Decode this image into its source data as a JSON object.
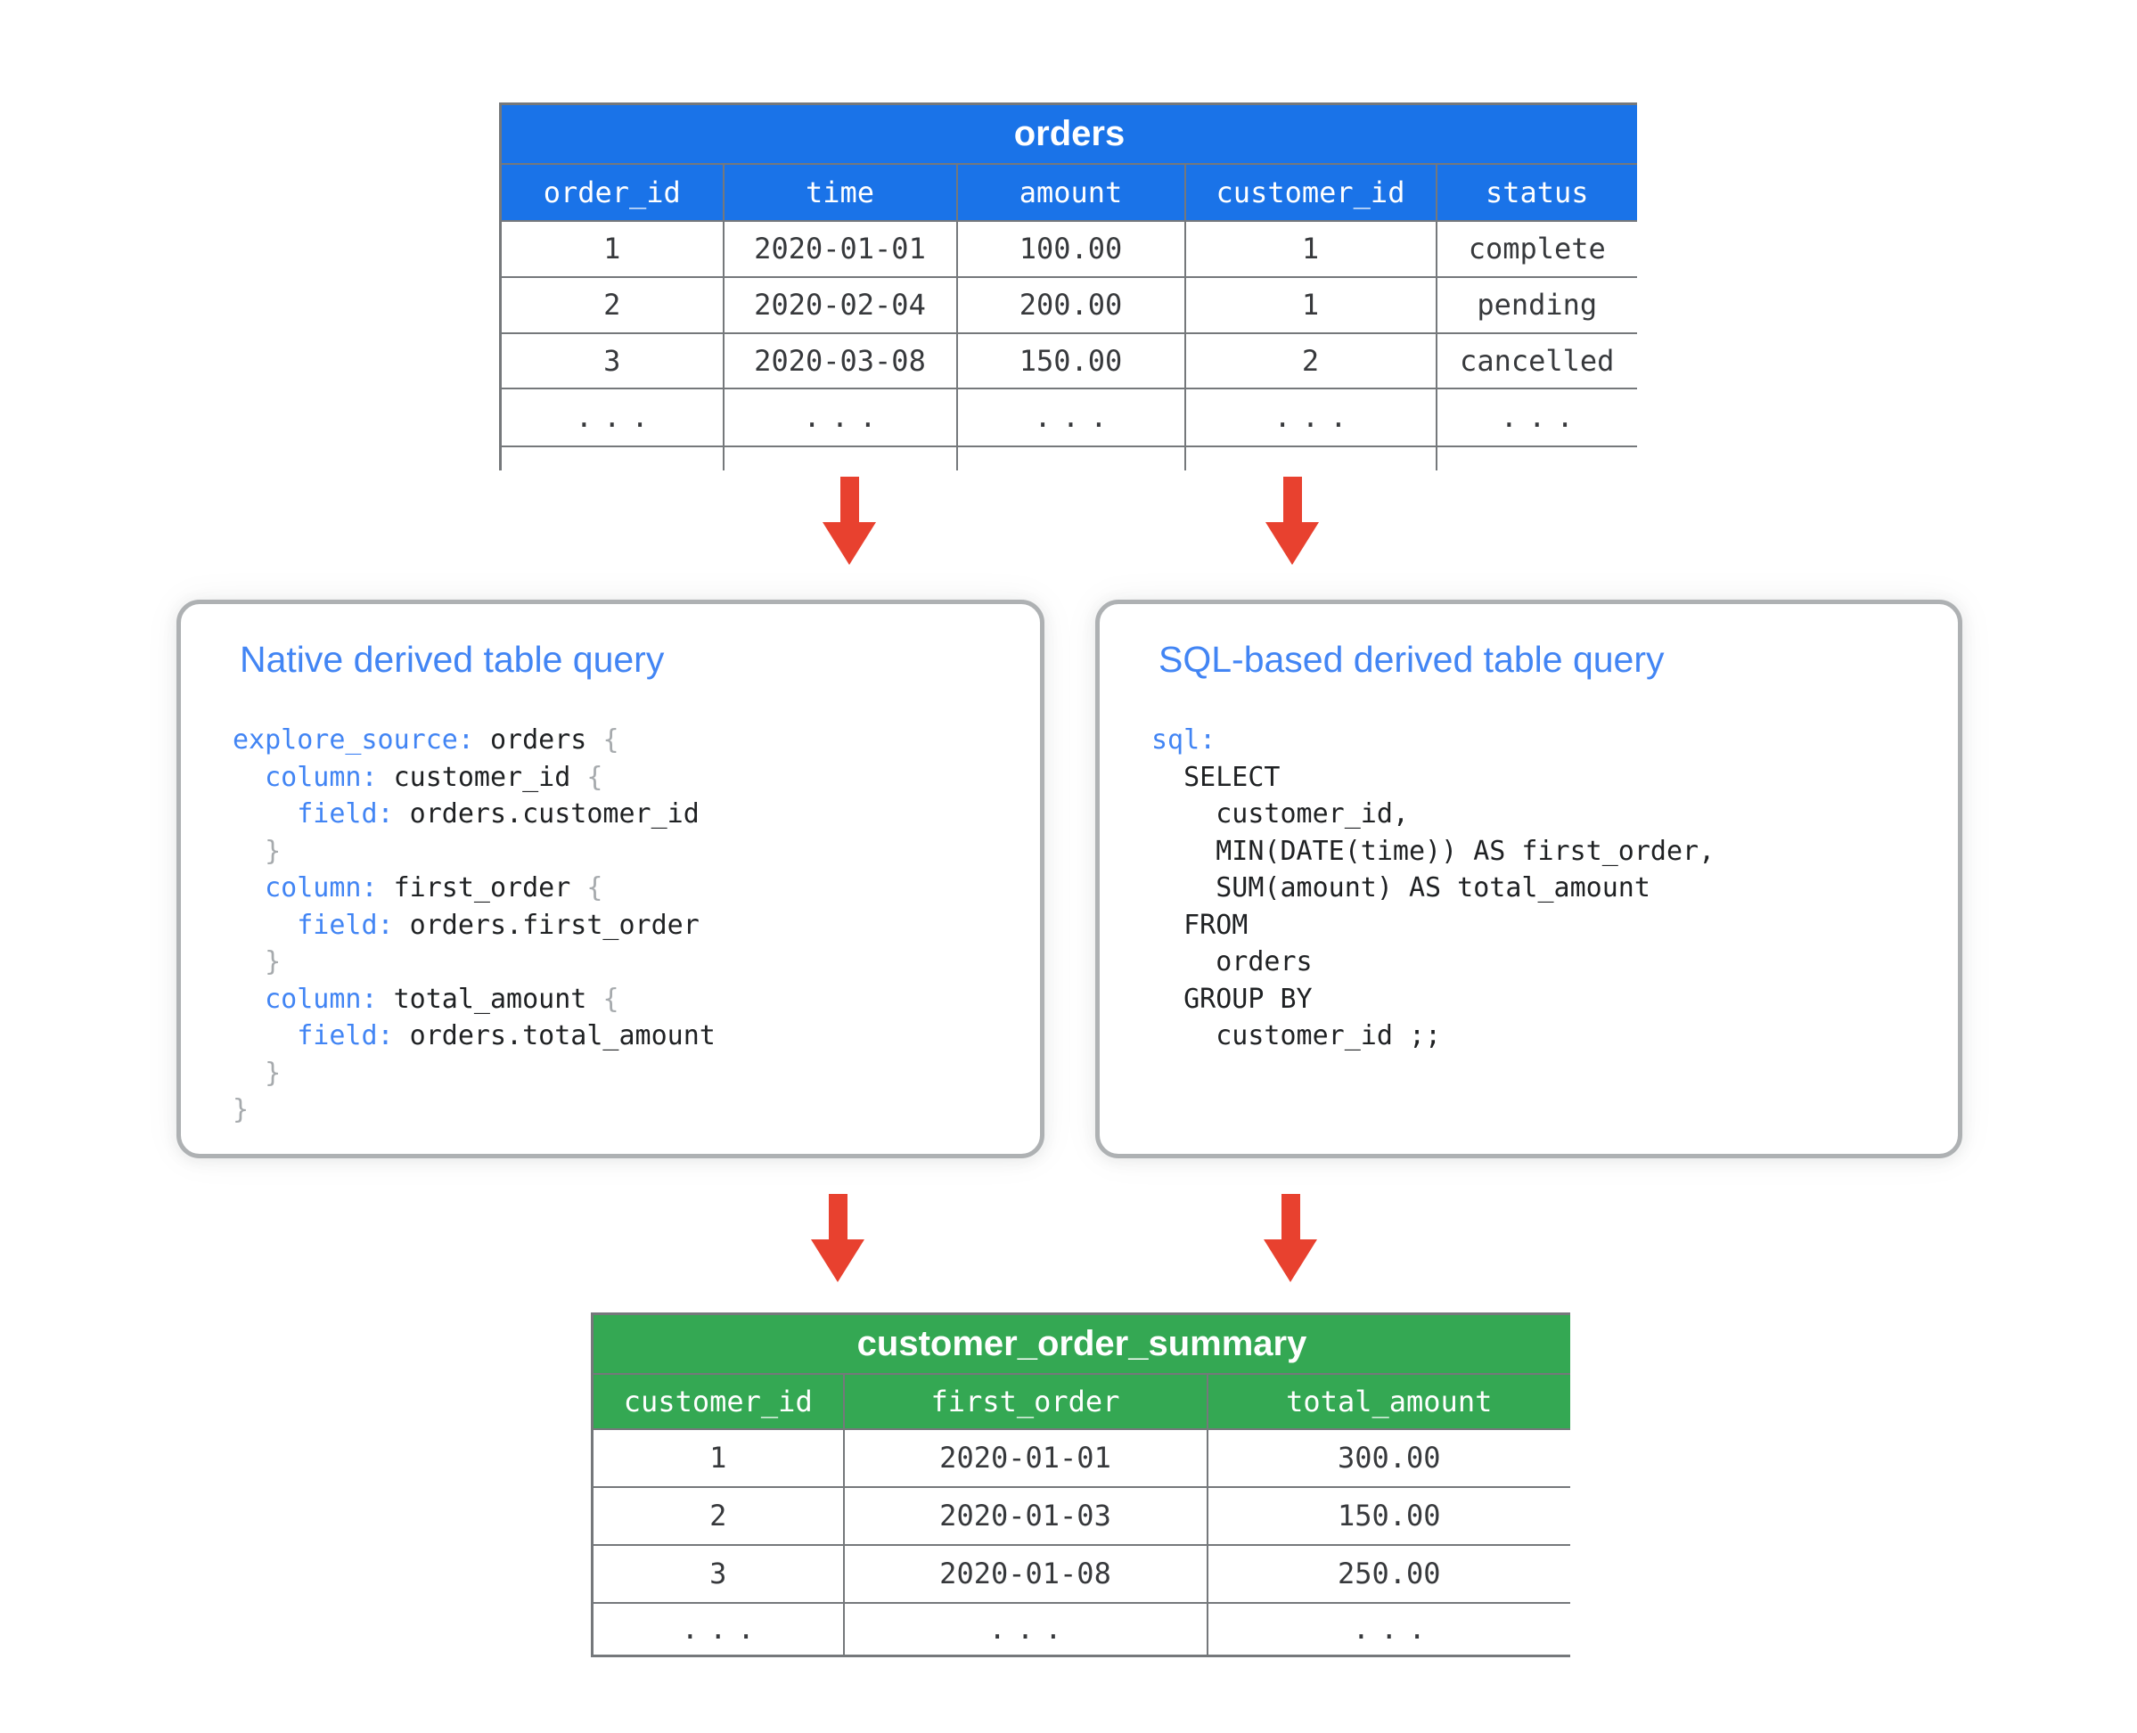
{
  "colors": {
    "table_header_blue": "#1a73e8",
    "table_header_green": "#34a853",
    "arrow_red": "#e8412f",
    "accent_blue": "#4285f4"
  },
  "orders_table": {
    "title": "orders",
    "columns": [
      "order_id",
      "time",
      "amount",
      "customer_id",
      "status"
    ],
    "rows": [
      [
        "1",
        "2020-01-01",
        "100.00",
        "1",
        "complete"
      ],
      [
        "2",
        "2020-02-04",
        "200.00",
        "1",
        "pending"
      ],
      [
        "3",
        "2020-03-08",
        "150.00",
        "2",
        "cancelled"
      ],
      [
        "...",
        "...",
        "...",
        "...",
        "..."
      ]
    ],
    "clipped_extra_row": true
  },
  "native_box": {
    "title": "Native derived table query",
    "code": [
      [
        {
          "t": "kw",
          "s": "explore_source:"
        },
        {
          "t": "pl",
          "s": " orders "
        },
        {
          "t": "br",
          "s": "{"
        }
      ],
      [
        {
          "t": "pl",
          "s": "  "
        },
        {
          "t": "kw",
          "s": "column:"
        },
        {
          "t": "pl",
          "s": " customer_id "
        },
        {
          "t": "br",
          "s": "{"
        }
      ],
      [
        {
          "t": "pl",
          "s": "    "
        },
        {
          "t": "kw",
          "s": "field:"
        },
        {
          "t": "pl",
          "s": " orders.customer_id"
        }
      ],
      [
        {
          "t": "pl",
          "s": "  "
        },
        {
          "t": "br",
          "s": "}"
        }
      ],
      [
        {
          "t": "pl",
          "s": "  "
        },
        {
          "t": "kw",
          "s": "column:"
        },
        {
          "t": "pl",
          "s": " first_order "
        },
        {
          "t": "br",
          "s": "{"
        }
      ],
      [
        {
          "t": "pl",
          "s": "    "
        },
        {
          "t": "kw",
          "s": "field:"
        },
        {
          "t": "pl",
          "s": " orders.first_order"
        }
      ],
      [
        {
          "t": "pl",
          "s": "  "
        },
        {
          "t": "br",
          "s": "}"
        }
      ],
      [
        {
          "t": "pl",
          "s": "  "
        },
        {
          "t": "kw",
          "s": "column:"
        },
        {
          "t": "pl",
          "s": " total_amount "
        },
        {
          "t": "br",
          "s": "{"
        }
      ],
      [
        {
          "t": "pl",
          "s": "    "
        },
        {
          "t": "kw",
          "s": "field:"
        },
        {
          "t": "pl",
          "s": " orders.total_amount"
        }
      ],
      [
        {
          "t": "pl",
          "s": "  "
        },
        {
          "t": "br",
          "s": "}"
        }
      ],
      [
        {
          "t": "br",
          "s": "}"
        }
      ]
    ]
  },
  "sql_box": {
    "title": "SQL-based derived table query",
    "code": [
      [
        {
          "t": "kw",
          "s": "sql:"
        }
      ],
      [
        {
          "t": "pl",
          "s": "  SELECT"
        }
      ],
      [
        {
          "t": "pl",
          "s": "    customer_id,"
        }
      ],
      [
        {
          "t": "pl",
          "s": "    MIN(DATE(time)) AS first_order,"
        }
      ],
      [
        {
          "t": "pl",
          "s": "    SUM(amount) AS total_amount"
        }
      ],
      [
        {
          "t": "pl",
          "s": "  FROM"
        }
      ],
      [
        {
          "t": "pl",
          "s": "    orders"
        }
      ],
      [
        {
          "t": "pl",
          "s": "  GROUP BY"
        }
      ],
      [
        {
          "t": "pl",
          "s": "    customer_id ;;"
        }
      ]
    ]
  },
  "summary_table": {
    "title": "customer_order_summary",
    "columns": [
      "customer_id",
      "first_order",
      "total_amount"
    ],
    "rows": [
      [
        "1",
        "2020-01-01",
        "300.00"
      ],
      [
        "2",
        "2020-01-03",
        "150.00"
      ],
      [
        "3",
        "2020-01-08",
        "250.00"
      ],
      [
        "...",
        "...",
        "..."
      ]
    ],
    "clipped_extra_row": false
  }
}
